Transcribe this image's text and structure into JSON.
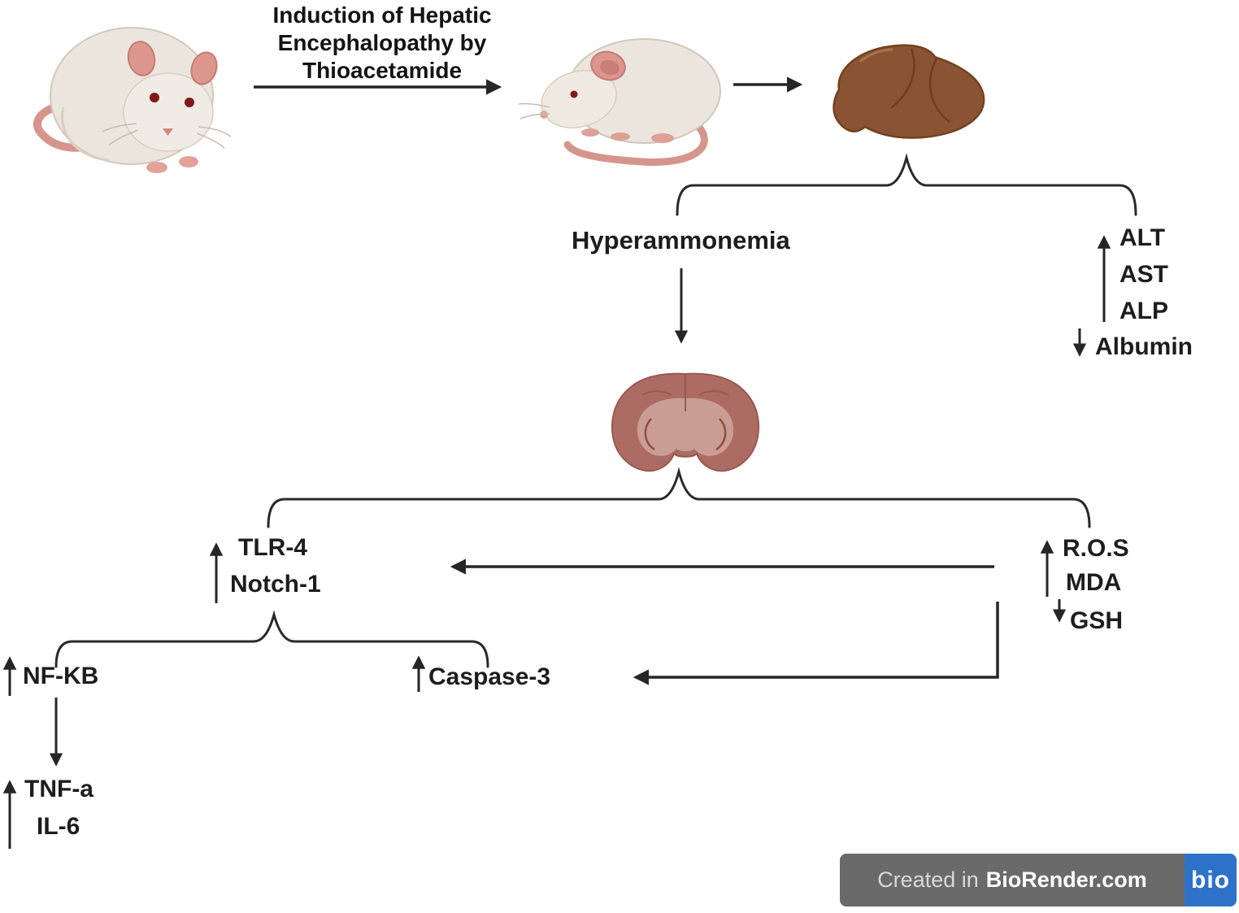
{
  "diagram": {
    "title_lines": [
      "Induction of Hepatic",
      "Encephalopathy by",
      "Thioacetamide"
    ],
    "hyperammonemia_label": "Hyperammonemia",
    "liver_panel": {
      "up_markers": [
        "ALT",
        "AST",
        "ALP"
      ],
      "down_markers": [
        "Albumin"
      ]
    },
    "brain_left_panel": {
      "up_markers": [
        "TLR-4",
        "Notch-1"
      ]
    },
    "brain_right_panel": {
      "up_markers": [
        "R.O.S",
        "MDA"
      ],
      "down_markers": [
        "GSH"
      ]
    },
    "nfkb_label": "NF-KB",
    "caspase_label": "Caspase-3",
    "cytokine_up_markers": [
      "TNF-a",
      "IL-6"
    ]
  },
  "icons": {
    "rat_front": "rat-front-icon",
    "rat_side": "rat-side-icon",
    "liver": "liver-icon",
    "brain": "brain-coronal-icon"
  },
  "badge": {
    "created_prefix": "Created in",
    "brand": "BioRender.com",
    "logo_text": "bio",
    "bar_color": "#6a6a6a",
    "logo_color": "#2d72c8"
  },
  "colors": {
    "arrow": "#262626",
    "text": "#1d1d1d",
    "liver_fill": "#8a5434",
    "brain_outer": "#ad6c63",
    "brain_inner": "#c99d94",
    "rat_body": "#ebe5de",
    "rat_pink": "#dc968e"
  }
}
